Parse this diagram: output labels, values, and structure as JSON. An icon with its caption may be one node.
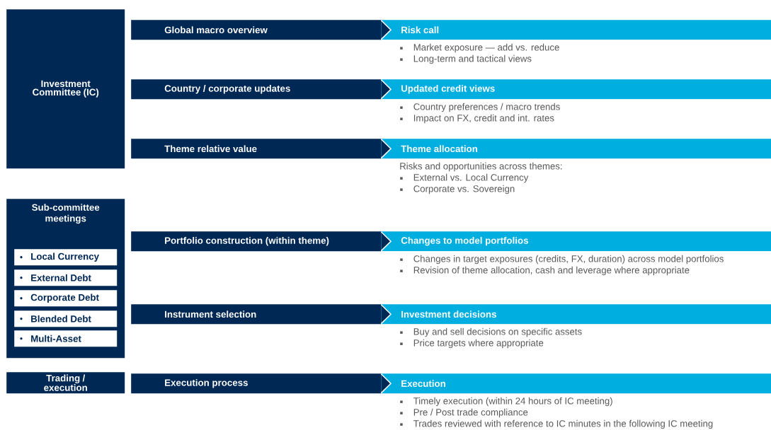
{
  "diagram": {
    "nodes": [
      {
        "text": [
          "Investment Committee (IC)"
        ]
      },
      {
        "text": [
          "Sub-committee meetings"
        ]
      },
      {
        "text": [
          "Local Currency"
        ],
        "in": 1
      },
      {
        "text": [
          "External Debt"
        ],
        "in": 1
      },
      {
        "text": [
          "Corporate Debt"
        ],
        "in": 1
      },
      {
        "text": [
          "Blended Debt"
        ],
        "in": 1
      },
      {
        "text": [
          "Multi-Asset"
        ],
        "in": 1
      },
      {
        "text": [
          "Trading / execution"
        ]
      },
      {
        "text": [
          "Global macro overview"
        ]
      },
      {
        "text": [
          "Risk call"
        ],
        "beside": [
          "Market exposure — add vs. reduce",
          "Long-term and tactical views"
        ]
      },
      {
        "text": [
          "Country / corporate updates"
        ]
      },
      {
        "text": [
          "Updated credit views"
        ],
        "beside": [
          "Country preferences / macro trends",
          "Impact on FX, credit and int. rates"
        ]
      },
      {
        "text": [
          "Theme relative value"
        ]
      },
      {
        "text": [
          "Theme allocation"
        ],
        "beside": [
          "Risks and opportunities across themes:",
          "External vs. Local Currency",
          "Corporate vs. Sovereign"
        ]
      },
      {
        "text": [
          "Portfolio construction (within theme)"
        ]
      },
      {
        "text": [
          "Changes to model portfolios"
        ],
        "beside": [
          "Changes in target exposures (credits, FX, duration) across model portfolios",
          "Revision of theme allocation, cash and leverage where appropriate"
        ]
      },
      {
        "text": [
          "Instrument selection"
        ]
      },
      {
        "text": [
          "Investment decisions"
        ],
        "beside": [
          "Buy and sell decisions on specific assets",
          "Price targets where appropriate"
        ]
      },
      {
        "text": [
          "Execution process"
        ]
      },
      {
        "text": [
          "Execution"
        ],
        "beside": [
          "Timely execution (within 24 hours of IC meeting)",
          "Pre / Post trade compliance",
          "Trades reviewed with reference to IC minutes in the following IC meeting"
        ]
      }
    ],
    "edges": [
      {
        "from": 8,
        "to": 9,
        "arrow": "to"
      },
      {
        "from": 10,
        "to": 11,
        "arrow": "to"
      },
      {
        "from": 12,
        "to": 13,
        "arrow": "to"
      },
      {
        "from": 14,
        "to": 15,
        "arrow": "to"
      },
      {
        "from": 16,
        "to": 17,
        "arrow": "to"
      },
      {
        "from": 18,
        "to": 19,
        "arrow": "to"
      }
    ]
  }
}
